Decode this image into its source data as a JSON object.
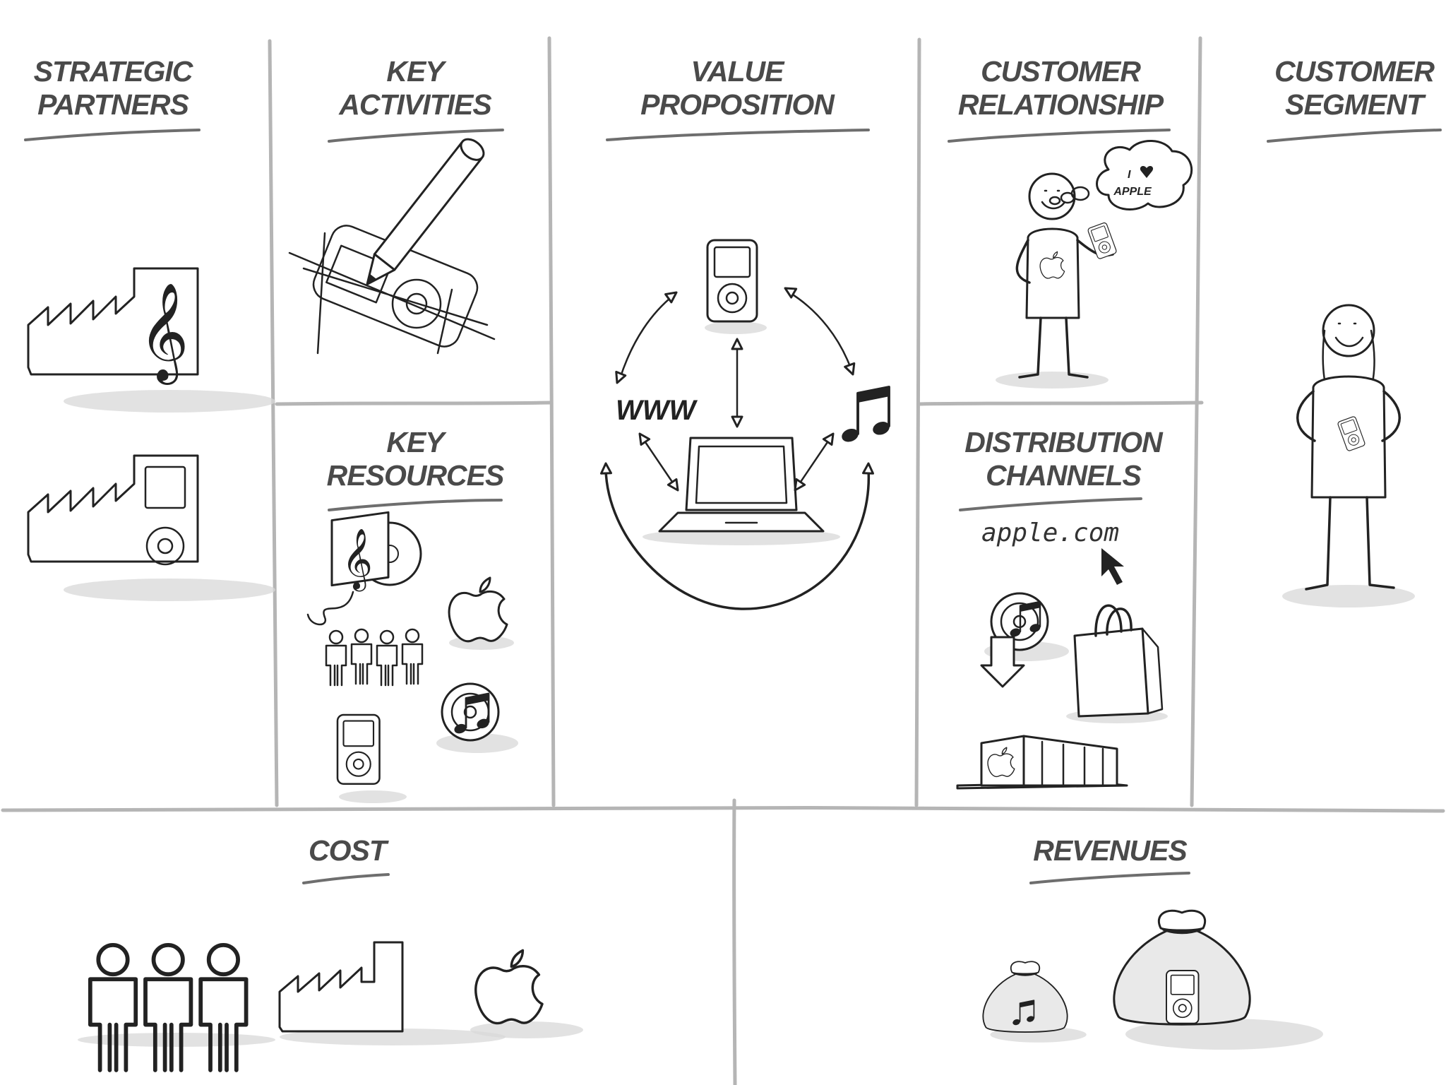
{
  "colors": {
    "ink": "#222222",
    "grid": "#b5b5b5",
    "title": "#4a4a4a",
    "background": "#ffffff"
  },
  "sections": {
    "strategic_partners": {
      "line1": "STRATEGIC",
      "line2": "PARTNERS"
    },
    "key_activities": {
      "line1": "KEY",
      "line2": "ACTIVITIES"
    },
    "value_proposition": {
      "line1": "VALUE",
      "line2": "PROPOSITION"
    },
    "customer_relationship": {
      "line1": "CUSTOMER",
      "line2": "RELATIONSHIP"
    },
    "customer_segment": {
      "line1": "CUSTOMER",
      "line2": "SEGMENT"
    },
    "key_resources": {
      "line1": "KEY",
      "line2": "RESOURCES"
    },
    "distribution_channels": {
      "line1": "DISTRIBUTION",
      "line2": "CHANNELS"
    },
    "cost": {
      "label": "COST"
    },
    "revenues": {
      "label": "REVENUES"
    }
  },
  "labels": {
    "www": "WWW",
    "thought_line1": "I",
    "thought_line2": "APPLE",
    "website": "apple.com"
  },
  "icons": [
    "music-factory-icon",
    "ipod-factory-icon",
    "pencil-design-icon",
    "ipod-icon",
    "laptop-icon",
    "music-note-icon",
    "cd-icon",
    "apple-logo-icon",
    "team-icon",
    "itunes-icon",
    "download-icon",
    "shopping-bag-icon",
    "apple-store-icon",
    "money-bag-icon",
    "stick-figure-icon",
    "thought-bubble-icon",
    "cursor-icon",
    "heart-icon"
  ]
}
